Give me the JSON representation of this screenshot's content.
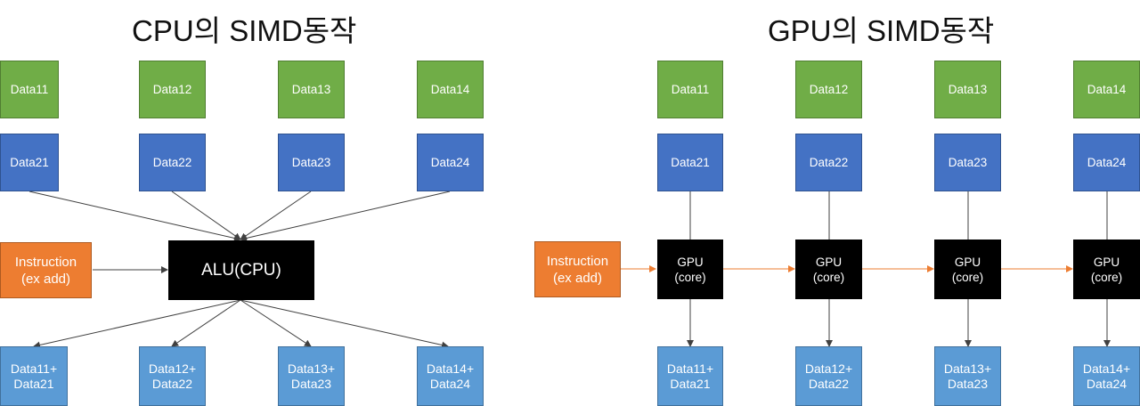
{
  "left": {
    "title": "CPU의 SIMD동작",
    "data1": [
      "Data11",
      "Data12",
      "Data13",
      "Data14"
    ],
    "data2": [
      "Data21",
      "Data22",
      "Data23",
      "Data24"
    ],
    "instruction": "Instruction\n(ex add)",
    "alu": "ALU(CPU)",
    "results": [
      "Data11+\nData21",
      "Data12+\nData22",
      "Data13+\nData23",
      "Data14+\nData24"
    ]
  },
  "right": {
    "title": "GPU의 SIMD동작",
    "data1": [
      "Data11",
      "Data12",
      "Data13",
      "Data14"
    ],
    "data2": [
      "Data21",
      "Data22",
      "Data23",
      "Data24"
    ],
    "instruction": "Instruction\n(ex add)",
    "cores": [
      "GPU\n(core)",
      "GPU\n(core)",
      "GPU\n(core)",
      "GPU\n(core)"
    ],
    "results": [
      "Data11+\nData21",
      "Data12+\nData22",
      "Data13+\nData23",
      "Data14+\nData24"
    ]
  },
  "colors": {
    "data_row1": "#70ad47",
    "data_row2": "#4472c4",
    "result": "#5b9bd5",
    "instruction": "#ed7d31",
    "processor": "#000000",
    "arrow": "#404040",
    "orange_arrow": "#ed7d31"
  }
}
